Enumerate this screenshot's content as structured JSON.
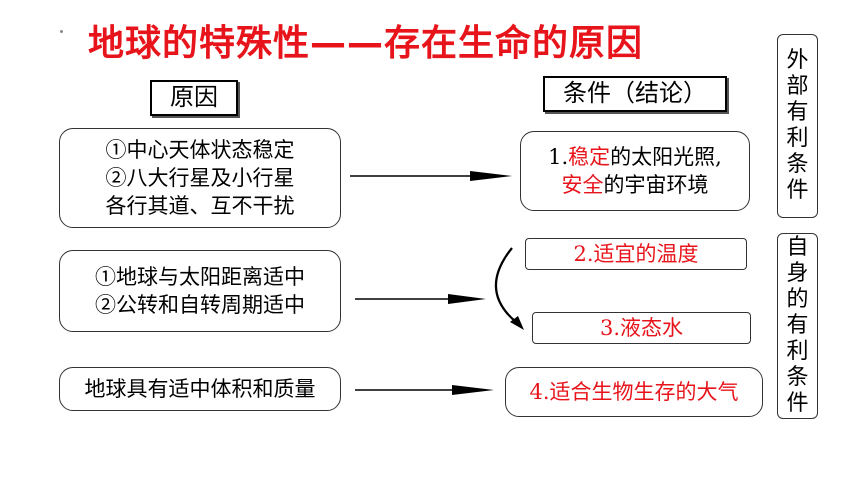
{
  "title": "地球的特殊性——存在生命的原因",
  "headers": {
    "reasons": "原因",
    "conditions": "条件（结论）"
  },
  "reasons": [
    {
      "lines": [
        "①中心天体状态稳定",
        "②八大行星及小行星",
        "各行其道、互不干扰"
      ]
    },
    {
      "lines": [
        "①地球与太阳距离适中",
        "②公转和自转周期适中"
      ]
    },
    {
      "lines": [
        "地球具有适中体积和质量"
      ]
    }
  ],
  "conditions": {
    "c1": {
      "num": "1.",
      "w1": "稳定",
      "t1": "的太阳光照,",
      "w2": "安全",
      "t2": "的宇宙环境"
    },
    "c2": "2.适宜的温度",
    "c3": "3.液态水",
    "c4": "4.适合生物生存的大气"
  },
  "side_labels": {
    "external": [
      "外",
      "部",
      "有",
      "利",
      "条",
      "件"
    ],
    "internal": [
      "自",
      "身",
      "的",
      "有",
      "利",
      "条",
      "件"
    ]
  },
  "colors": {
    "title": "#e8141b",
    "highlight": "#e8141b",
    "text": "#000000"
  }
}
